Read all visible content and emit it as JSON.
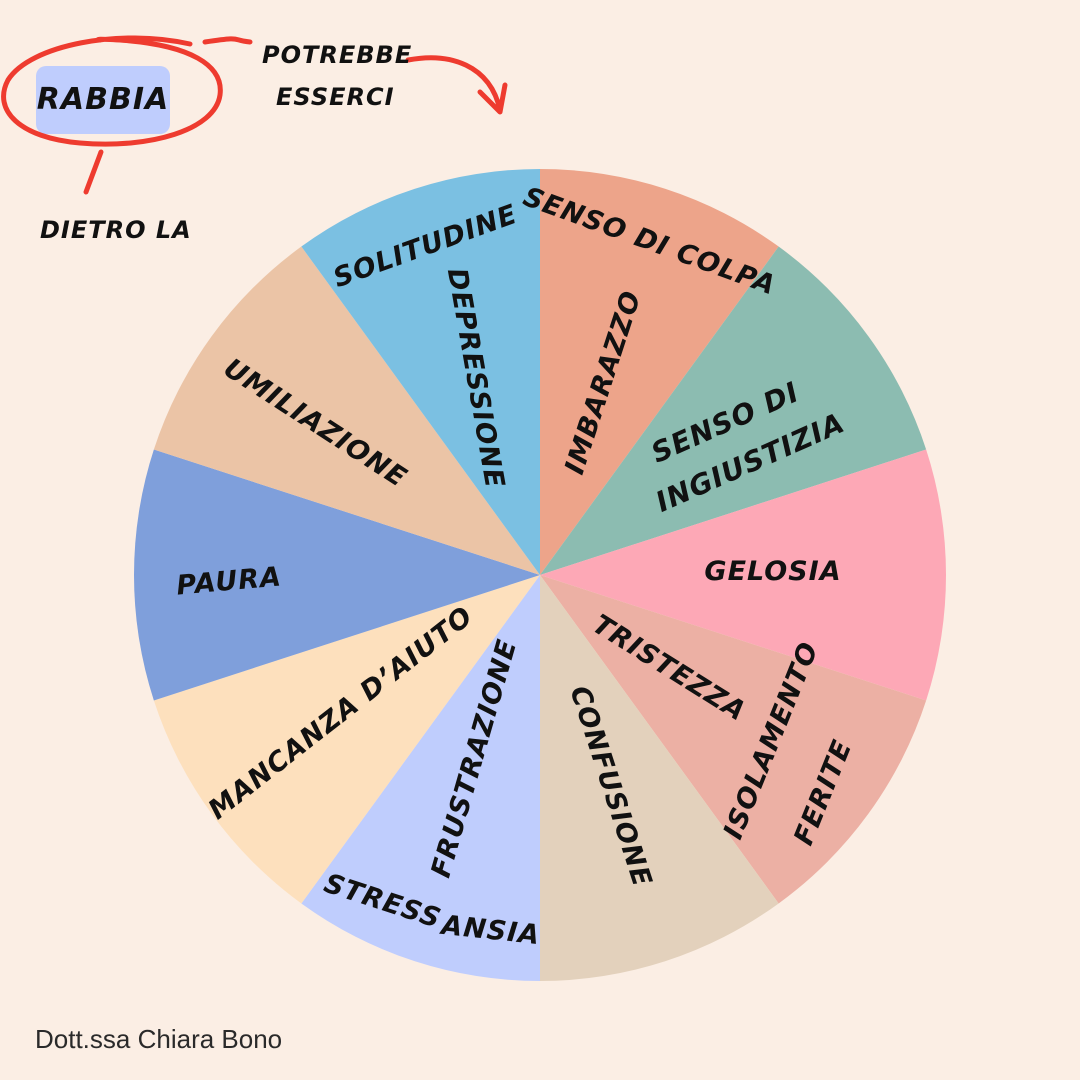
{
  "badge": {
    "label": "RABBIA",
    "fill": "#bfcdfd"
  },
  "annotations": {
    "potrebbe_line1": "POTREBBE",
    "potrebbe_line2": "ESSERCI",
    "dietro": "DIETRO LA",
    "stroke_color": "#ee3b2f"
  },
  "wheel": {
    "sectors": [
      {
        "name": "sector-senso-di-colpa",
        "color": "#eda48a"
      },
      {
        "name": "sector-senso-di-ingiustizia",
        "color": "#8cbcb1"
      },
      {
        "name": "sector-gelosia",
        "color": "#fda8b6"
      },
      {
        "name": "sector-ferite",
        "color": "#ecb0a4"
      },
      {
        "name": "sector-confusione",
        "color": "#e3d1bc"
      },
      {
        "name": "sector-stress-ansia",
        "color": "#bfcdfd"
      },
      {
        "name": "sector-mancanza-daiuto",
        "color": "#fde0bd"
      },
      {
        "name": "sector-paura",
        "color": "#7f9fdb"
      },
      {
        "name": "sector-umiliazione",
        "color": "#ebc4a6"
      },
      {
        "name": "sector-solitudine",
        "color": "#7bc0e2"
      }
    ],
    "labels": {
      "senso_di_colpa": "SENSO DI COLPA",
      "imbarazzo": "IMBARAZZO",
      "senso_di": "SENSO DI",
      "ingiustizia": "INGIUSTIZIA",
      "gelosia": "GELOSIA",
      "tristezza": "TRISTEZZA",
      "isolamento": "ISOLAMENTO",
      "ferite": "FERITE",
      "confusione": "CONFUSIONE",
      "frustrazione": "FRUSTRAZIONE",
      "stress": "STRESS",
      "ansia": "ANSIA",
      "mancanza": "MANCANZA D’AIUTO",
      "paura": "PAURA",
      "umiliazione": "UMILIAZIONE",
      "solitudine": "SOLITUDINE",
      "depressione": "DEPRESSIONE"
    }
  },
  "footer": {
    "credit": "Dott.ssa Chiara Bono"
  }
}
